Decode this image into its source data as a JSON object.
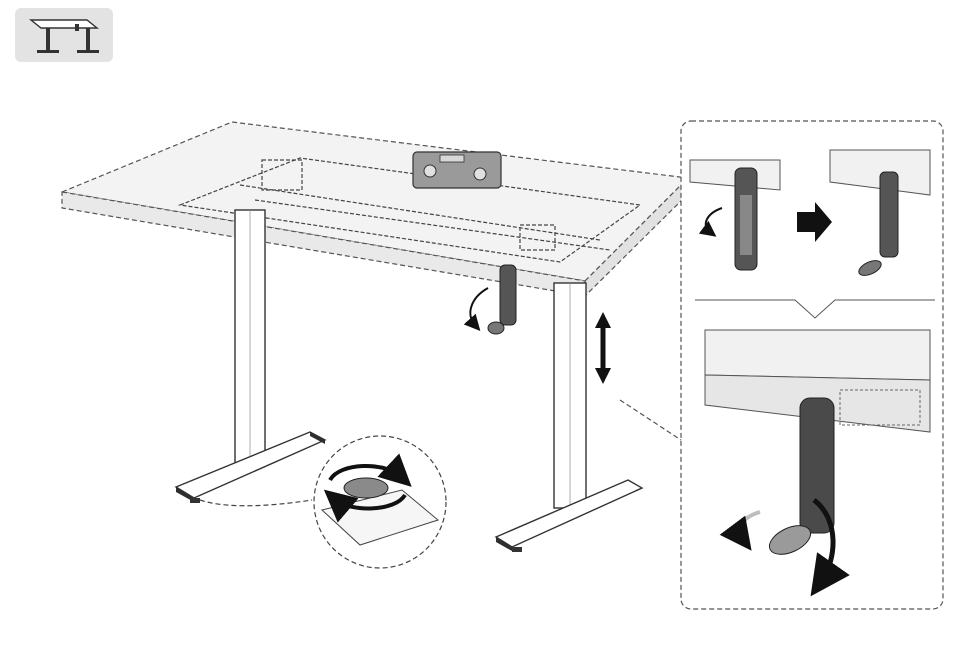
{
  "header": {
    "product_icon": "standing-desk-icon"
  },
  "callouts": {
    "foot_leveler_rotation": "rotate-leveling-foot",
    "crank_unfold": "unfold-crank-handle",
    "crank_turn": "turn-crank-handle",
    "height_adjust": "height-up-down-arrow"
  },
  "colors": {
    "line": "#3a3a3a",
    "desktop_fill": "#f2f2f2",
    "panel_border": "#555555",
    "handle_dark": "#4a4a4a",
    "badge_bg": "#e3e3e3",
    "arrow_gray": "#bdbdbd"
  }
}
